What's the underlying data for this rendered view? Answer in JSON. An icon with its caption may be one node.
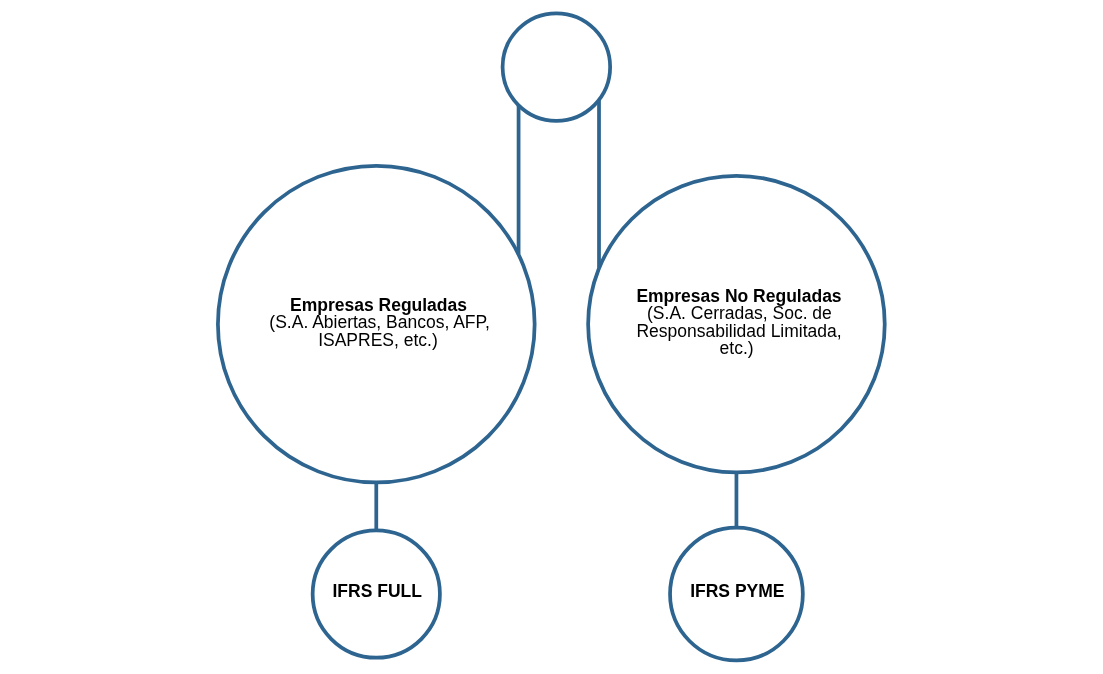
{
  "diagram": {
    "nodes": [
      {
        "text": [],
        "shape": "circle"
      },
      {
        "text": [
          "Empresas Reguladas",
          "(S.A. Abiertas, Bancos, AFP, ISAPRES, etc.)"
        ]
      },
      {
        "text": [
          "Empresas No Reguladas",
          "(S.A. Cerradas, Soc. de Responsabilidad Limitada, etc.)"
        ]
      },
      {
        "text": [
          "IFRS FULL"
        ]
      },
      {
        "text": [
          "IFRS PYME"
        ]
      }
    ],
    "edges": [
      {
        "from": 0,
        "to": 1,
        "arrow": "none"
      },
      {
        "from": 0,
        "to": 2,
        "arrow": "none"
      },
      {
        "from": 1,
        "to": 3,
        "arrow": "none"
      },
      {
        "from": 2,
        "to": 4,
        "arrow": "none"
      }
    ]
  }
}
